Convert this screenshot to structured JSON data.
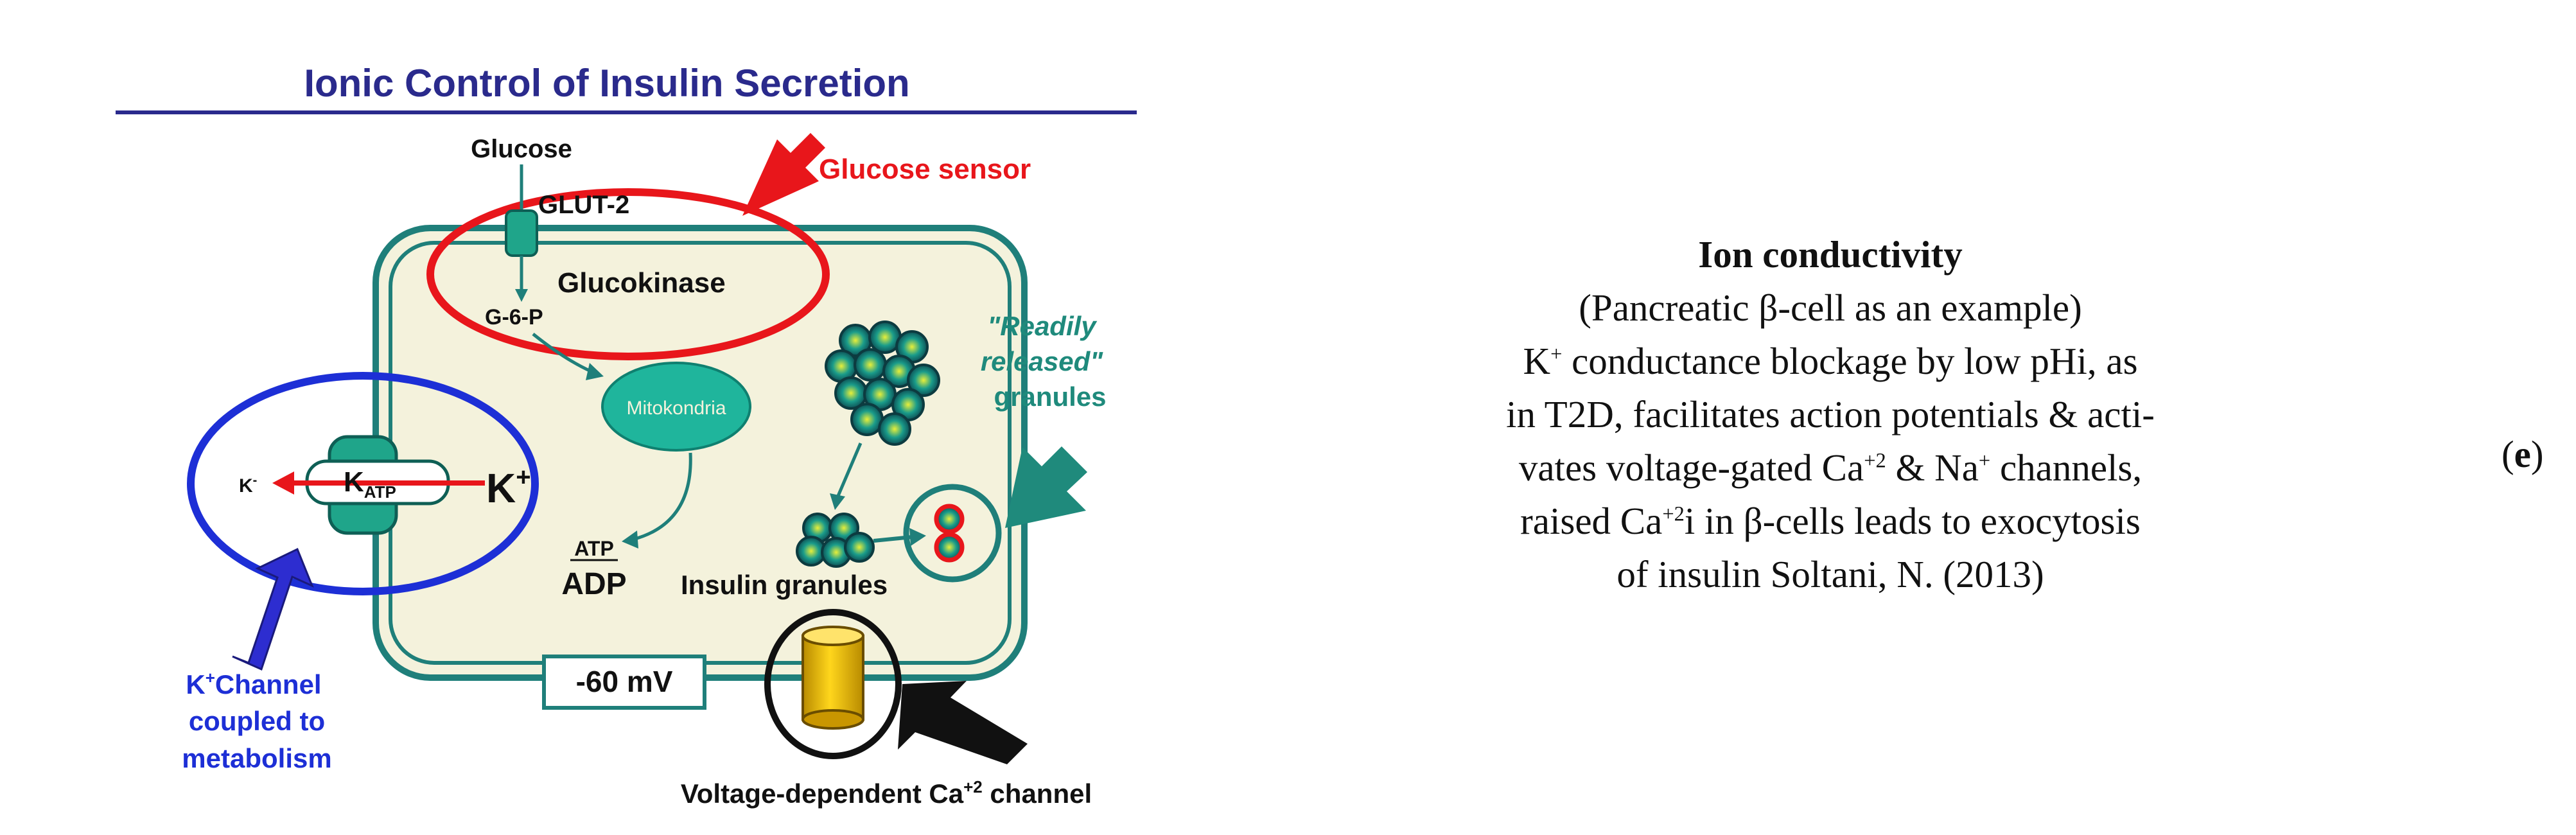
{
  "diagram": {
    "title": "Ionic Control of Insulin Secretion",
    "glucose": "Glucose",
    "glut2": "GLUT-2",
    "glucokinase": "Glucokinase",
    "g6p": "G-6-P",
    "glucose_sensor": "Glucose sensor",
    "mitochondria": "Mitokondria",
    "readily_released": [
      "\"Readily",
      "released\"",
      "granules"
    ],
    "katp_k": "K",
    "katp_sub": "ATP",
    "k_out": "K",
    "k_out_sup": "-",
    "k_in": "K",
    "k_in_sup": "+",
    "atp": "ATP",
    "adp": "ADP",
    "insulin_granules": "Insulin granules",
    "membrane_potential": "-60 mV",
    "k_channel_lines": [
      "Channel",
      "coupled to",
      "metabolism"
    ],
    "k_channel_k": "K",
    "k_channel_sup": "+",
    "ca_channel": "Voltage-dependent Ca",
    "ca_channel_sup": "+2",
    "ca_channel_end": " channel",
    "colors": {
      "title_blue": "#2a2a8c",
      "cell_green": "#1f7f7a",
      "cell_fill": "#f4f2dc",
      "sensor_red": "#e8161b",
      "k_blue": "#1d2fd6",
      "granule_teal": "#1a9c8a",
      "ca_yellow": "#f2c10d"
    }
  },
  "caption": {
    "title": "Ion conductivity",
    "line1": "(Pancreatic β-cell as an example)",
    "line2_a": "K",
    "line2_sup": "+",
    "line2_b": " conductance blockage by low pHi, as",
    "line3": "in T2D, facilitates action potentials & acti-",
    "line4_a": "vates voltage-gated Ca",
    "line4_sup1": "+2",
    "line4_b": " & Na",
    "line4_sup2": "+",
    "line4_c": " channels,",
    "line5_a": "raised Ca",
    "line5_sup": "+2",
    "line5_b": "i in β-cells leads to exocytosis",
    "line6": "of insulin Soltani, N. (2013)"
  },
  "panel_label": {
    "open": "(",
    "letter": "e",
    "close": ")"
  }
}
